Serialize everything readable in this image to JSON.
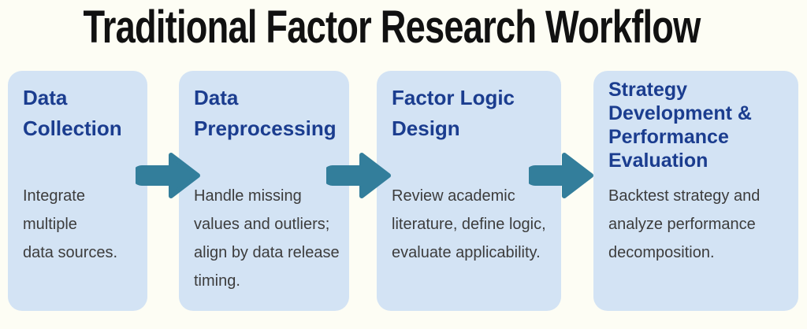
{
  "page": {
    "title": "Traditional Factor Research Workflow"
  },
  "colors": {
    "background": "#FDFDF4",
    "box_fill": "#D3E3F4",
    "step_title": "#1B3D8F",
    "body_text": "#3C3C3C",
    "arrow": "#337E9B",
    "heading_text": "#111111"
  },
  "workflow": {
    "steps": [
      {
        "title": [
          "Data",
          "Collection"
        ],
        "description": [
          "Integrate multiple",
          "data sources."
        ]
      },
      {
        "title": [
          "Data",
          "Preprocessing"
        ],
        "description": [
          "Handle missing",
          "values and outliers;",
          "align by data release",
          "timing."
        ]
      },
      {
        "title": [
          "Factor Logic",
          "Design"
        ],
        "description": [
          "Review academic",
          "literature, define logic,",
          "evaluate applicability."
        ]
      },
      {
        "title": [
          "Strategy",
          "Development &",
          "Performance",
          "Evaluation"
        ],
        "description": [
          "Backtest strategy and",
          "analyze performance",
          "decomposition."
        ]
      }
    ],
    "arrow_icon": "right-arrow"
  }
}
